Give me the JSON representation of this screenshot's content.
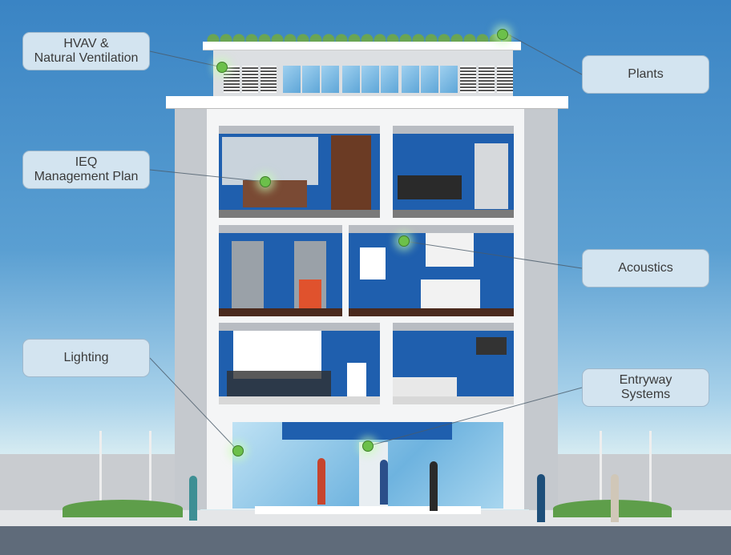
{
  "callouts": [
    {
      "id": "hvav",
      "label": "HVAV &\nNatural Ventilation"
    },
    {
      "id": "plants",
      "label": "Plants"
    },
    {
      "id": "ieq",
      "label": "IEQ\nManagement Plan"
    },
    {
      "id": "acoustics",
      "label": "Acoustics"
    },
    {
      "id": "lighting",
      "label": "Lighting"
    },
    {
      "id": "entryway",
      "label": "Entryway\nSystems"
    }
  ],
  "colors": {
    "marker": "#6cc04a",
    "room": "#1f5fae",
    "callout_bg": "#d3e4f0"
  }
}
